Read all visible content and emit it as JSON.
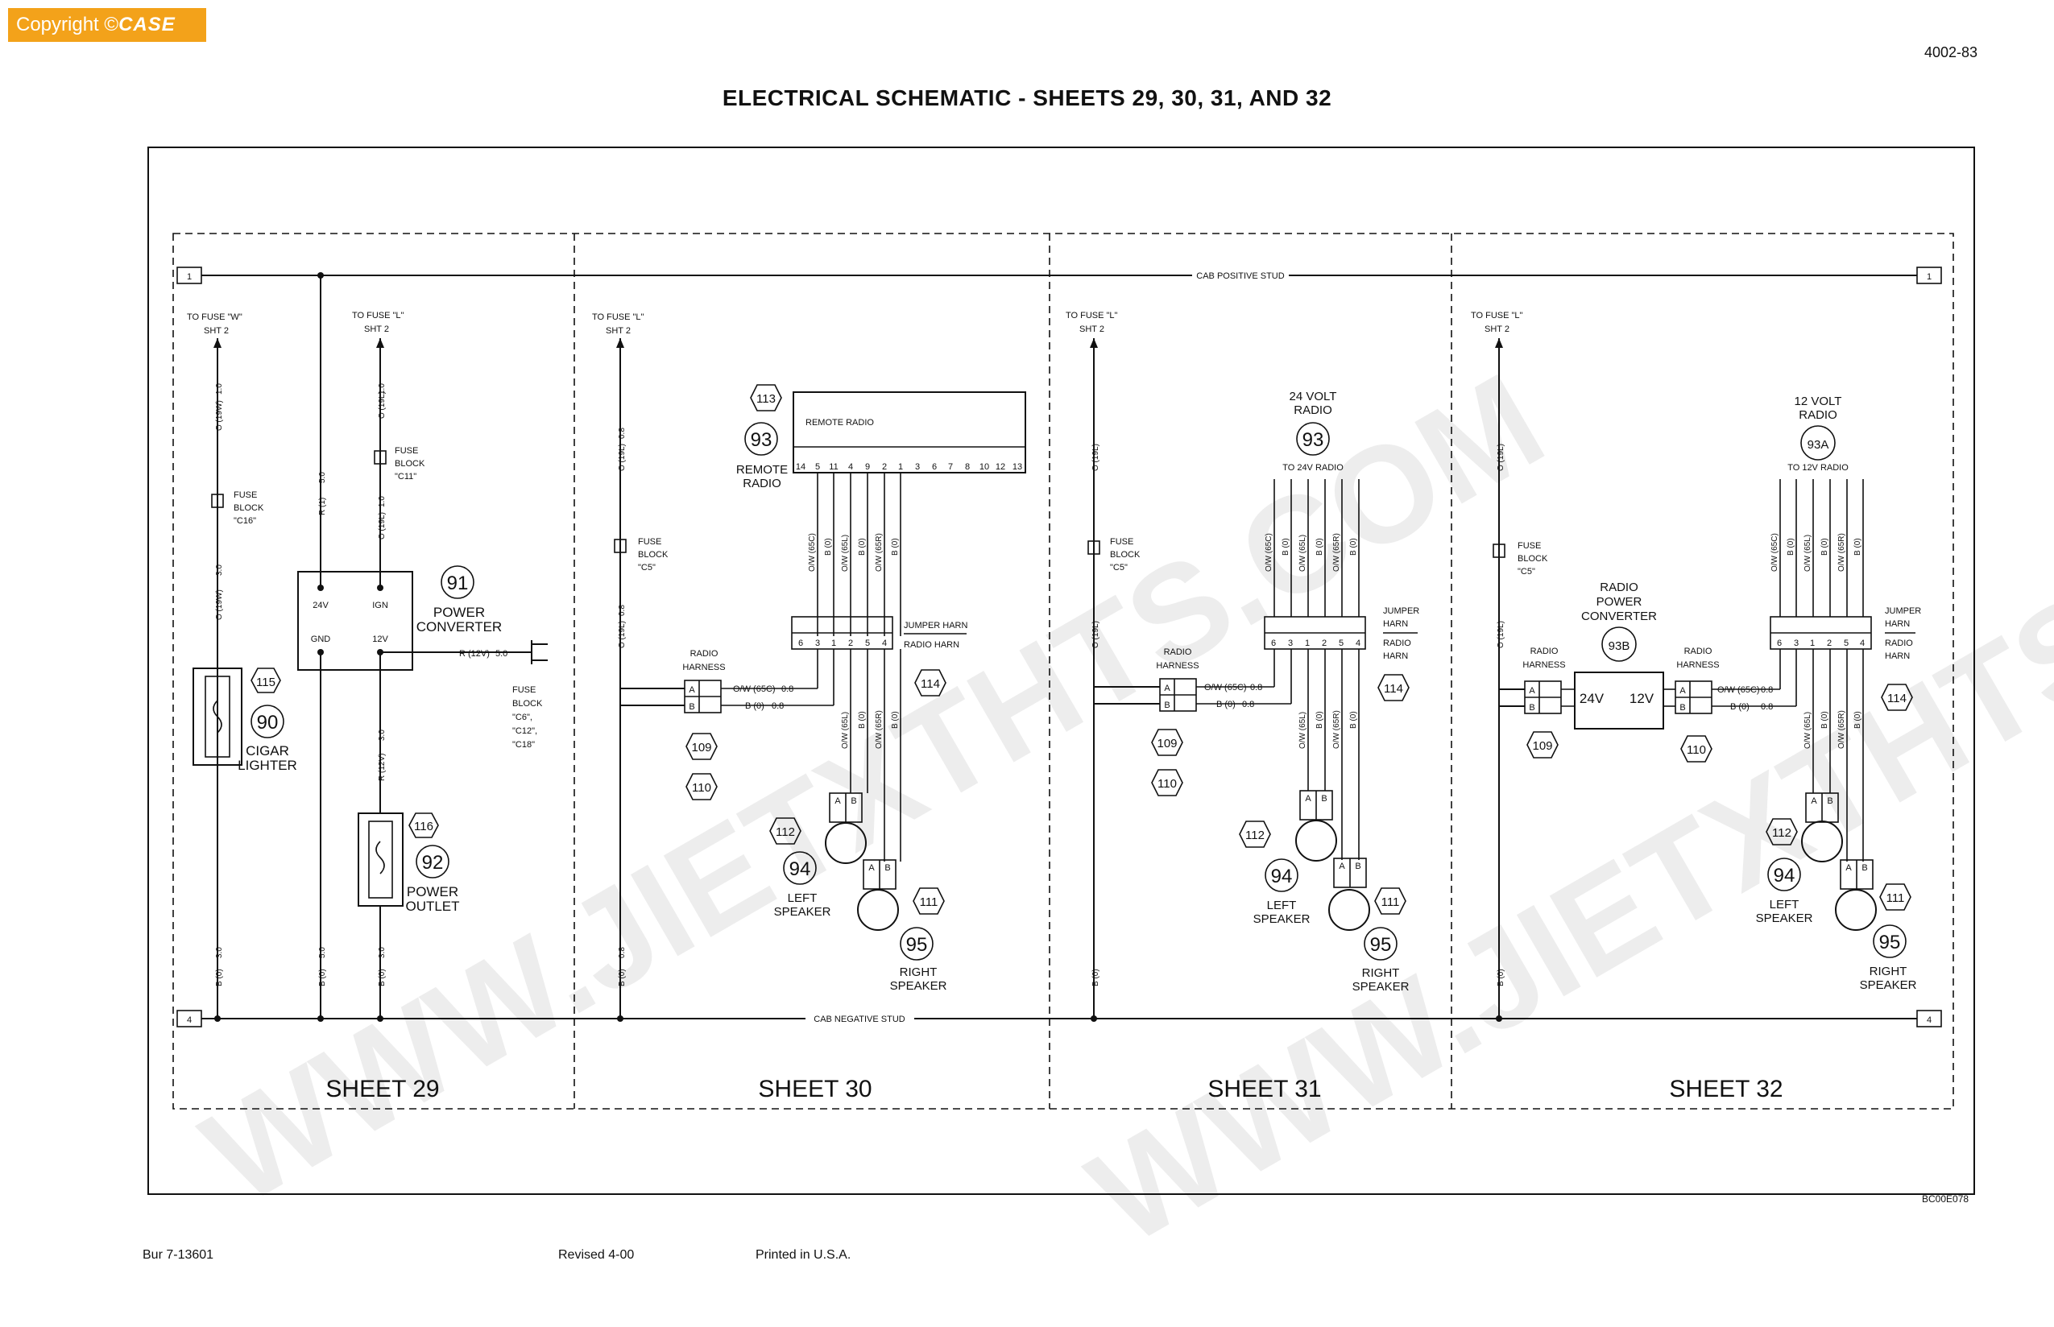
{
  "header": {
    "copyright_label": "Copyright ©",
    "brand": "CASE",
    "page_number": "4002-83",
    "title": "ELECTRICAL SCHEMATIC - SHEETS 29, 30, 31, AND 32"
  },
  "footer": {
    "doc_number": "Bur 7-13601",
    "revised": "Revised 4-00",
    "printed": "Printed in U.S.A.",
    "figure_code": "BC00E078"
  },
  "buses": {
    "positive_label": "CAB POSITIVE STUD",
    "negative_label": "CAB NEGATIVE STUD",
    "positive_ref": "1",
    "negative_ref": "4"
  },
  "sheets": [
    {
      "label": "SHEET 29",
      "to_fuse_w": "TO FUSE \"W\"",
      "to_fuse_l": "TO FUSE \"L\"",
      "sht": "SHT 2",
      "wire_19w": "O (19W)",
      "wire_19w_size": "1.0",
      "fuse_block": "FUSE",
      "fuse_block2": "BLOCK",
      "fuse_c16": "\"C16\"",
      "fuse_c11": "\"C11\"",
      "wire_19l": "O (19L)",
      "wire_19l_size": "1.0",
      "wire_r1": "R (1)",
      "wire_r1_size": "5.0",
      "wire_19w_b": "O (19W)",
      "wire_19w_b_size": "3.0",
      "wire_19l_b": "O (19L)",
      "wire_19l_b_size": "1.0",
      "conv_24v": "24V",
      "conv_ign": "IGN",
      "conv_gnd": "GND",
      "conv_12v": "12V",
      "out_wire": "R (12V)",
      "out_wire_size": "5.0",
      "fuse_c6_1": "FUSE",
      "fuse_c6_2": "BLOCK",
      "fuse_c6_3": "\"C6\",",
      "fuse_c6_4": "\"C12\",",
      "fuse_c6_5": "\"C18\"",
      "callout_91": "91",
      "power_converter_1": "POWER",
      "power_converter_2": "CONVERTER",
      "callout_115": "115",
      "callout_90": "90",
      "cigar_1": "CIGAR",
      "cigar_2": "LIGHTER",
      "wire_r12v": "R (12V)",
      "wire_r12v_size": "3.0",
      "callout_116": "116",
      "callout_92": "92",
      "outlet_1": "POWER",
      "outlet_2": "OUTLET",
      "gnd_b0": "B (0)",
      "gnd_size_30": "3.0",
      "gnd_size_50": "5.0"
    },
    {
      "label": "SHEET 30",
      "to_fuse_l": "TO FUSE \"L\"",
      "sht": "SHT 2",
      "wire_19l": "O (19L)",
      "wire_size": "0.8",
      "fuse_block": "FUSE",
      "fuse_block2": "BLOCK",
      "fuse_c5": "\"C5\"",
      "callout_113": "113",
      "callout_93": "93",
      "radio_label": "REMOTE RADIO",
      "radio_name_1": "REMOTE",
      "radio_name_2": "RADIO",
      "pins": [
        "14",
        "5",
        "11",
        "4",
        "9",
        "2",
        "1",
        "3",
        "6",
        "7",
        "8",
        "10",
        "12",
        "13"
      ],
      "wires": [
        "O/W (65C)",
        "B (0)",
        "O/W (65L)",
        "B (0)",
        "O/W (65R)",
        "B (0)"
      ],
      "jumper_pins": [
        "6",
        "3",
        "1",
        "2",
        "5",
        "4"
      ],
      "jumper_harn": "JUMPER HARN",
      "radio_harn": "RADIO HARN",
      "radio_harness_1": "RADIO",
      "radio_harness_2": "HARNESS",
      "conn_a": "A",
      "conn_b": "B",
      "ow65c": "O/W (65C)",
      "b0": "B (0)",
      "callout_114": "114",
      "callout_109": "109",
      "callout_110": "110",
      "spk_wires": [
        "O/W (65L)",
        "B (0)",
        "O/W (65R)",
        "B (0)"
      ],
      "callout_112": "112",
      "callout_94": "94",
      "left_spk_1": "LEFT",
      "left_spk_2": "SPEAKER",
      "callout_111": "111",
      "callout_95": "95",
      "right_spk_1": "RIGHT",
      "right_spk_2": "SPEAKER",
      "gnd_b0": "B (0)"
    },
    {
      "label": "SHEET 31",
      "to_fuse_l": "TO FUSE \"L\"",
      "sht": "SHT 2",
      "wire_19l": "O (19L)",
      "fuse_c5": "\"C5\"",
      "radio_title_1": "24 VOLT",
      "radio_title_2": "RADIO",
      "callout_93": "93",
      "to_radio": "TO 24V RADIO",
      "wires": [
        "O/W (65C)",
        "B (0)",
        "O/W (65L)",
        "B (0)",
        "O/W (65R)",
        "B (0)"
      ],
      "jumper_pins": [
        "6",
        "3",
        "1",
        "2",
        "5",
        "4"
      ],
      "jumper_harn_1": "JUMPER",
      "jumper_harn_2": "HARN",
      "radio_harn_1": "RADIO",
      "radio_harn_2": "HARN",
      "callout_114": "114",
      "callout_109": "109",
      "callout_110": "110",
      "callout_112": "112",
      "callout_94": "94",
      "callout_111": "111",
      "callout_95": "95"
    },
    {
      "label": "SHEET 32",
      "to_fuse_l": "TO FUSE \"L\"",
      "sht": "SHT 2",
      "fuse_c5": "\"C5\"",
      "radio_title_1": "12 VOLT",
      "radio_title_2": "RADIO",
      "callout_93a": "93A",
      "to_radio": "TO 12V RADIO",
      "conv_title_1": "RADIO",
      "conv_title_2": "POWER",
      "conv_title_3": "CONVERTER",
      "callout_93b": "93B",
      "conv_24v": "24V",
      "conv_12v": "12V",
      "callout_114": "114",
      "callout_109": "109",
      "callout_110": "110",
      "callout_112": "112",
      "callout_94": "94",
      "callout_111": "111",
      "callout_95": "95"
    }
  ],
  "watermark": "WWW.JIETXTHTS.COM"
}
